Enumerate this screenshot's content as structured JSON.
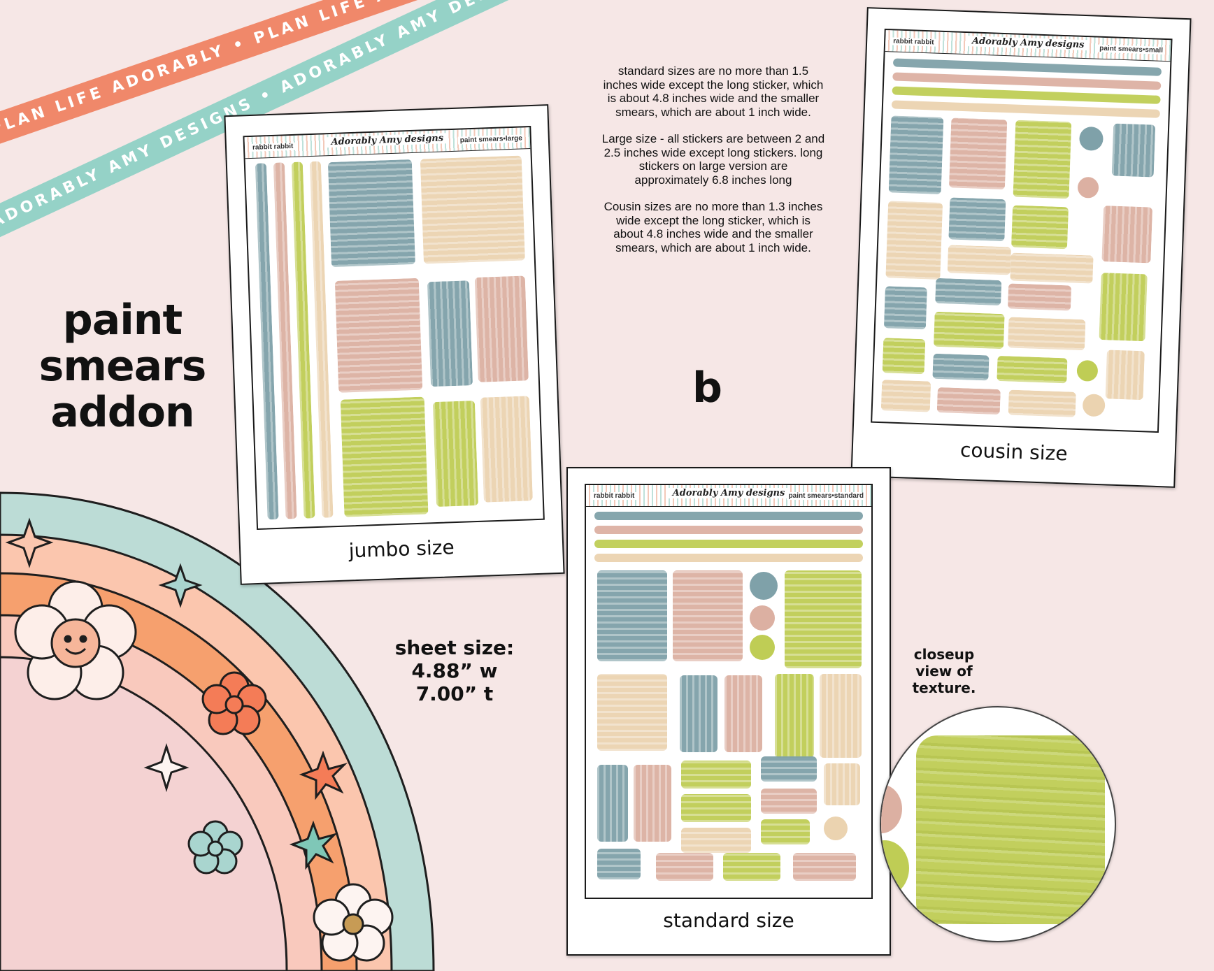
{
  "ribbons": {
    "orange_text": "PLAN LIFE ADORABLY • PLAN LIFE ADORABLY • PLAN LIFE ADORABLY •",
    "teal_text": "ADORABLY AMY DESIGNS • ADORABLY AMY DESIGNS • ADORABLY AMY DESIGNS •",
    "orange_color": "#f0886a",
    "teal_color": "#95d2c7"
  },
  "title": {
    "line1": "paint",
    "line2": "smears",
    "line3": "addon"
  },
  "sheets": {
    "jumbo": {
      "left_label": "rabbit rabbit",
      "logo": "Adorably Amy designs",
      "right_label": "paint smears•large",
      "caption": "jumbo size"
    },
    "cousin": {
      "left_label": "rabbit rabbit",
      "logo": "Adorably Amy designs",
      "right_label": "paint smears•small",
      "caption": "cousin size"
    },
    "standard": {
      "left_label": "rabbit rabbit",
      "logo": "Adorably Amy designs",
      "right_label": "paint smears•standard",
      "caption": "standard size"
    }
  },
  "info": {
    "standard": "standard sizes are no more than 1.5 inches wide except the long sticker, which is about 4.8 inches wide and the smaller smears, which are about 1 inch wide.",
    "large": "Large size - all stickers are between 2 and 2.5 inches wide except long stickers. long stickers on large version are approximately 6.8 inches long",
    "cousin": "Cousin sizes are no more than 1.3 inches wide except the long sticker, which is about 4.8 inches wide and the smaller smears, which are about 1 inch wide."
  },
  "big_letter": "b",
  "sheet_size": {
    "line1": "sheet size:",
    "line2": "4.88” w",
    "line3": "7.00” t"
  },
  "closeup": {
    "line1": "closeup",
    "line2": "view of",
    "line3": "texture."
  },
  "colors": {
    "background": "#f6e7e6",
    "blue": "#7fa1a9",
    "pink": "#dcb0a2",
    "green": "#bfcd55",
    "cream": "#ebd3b0"
  }
}
